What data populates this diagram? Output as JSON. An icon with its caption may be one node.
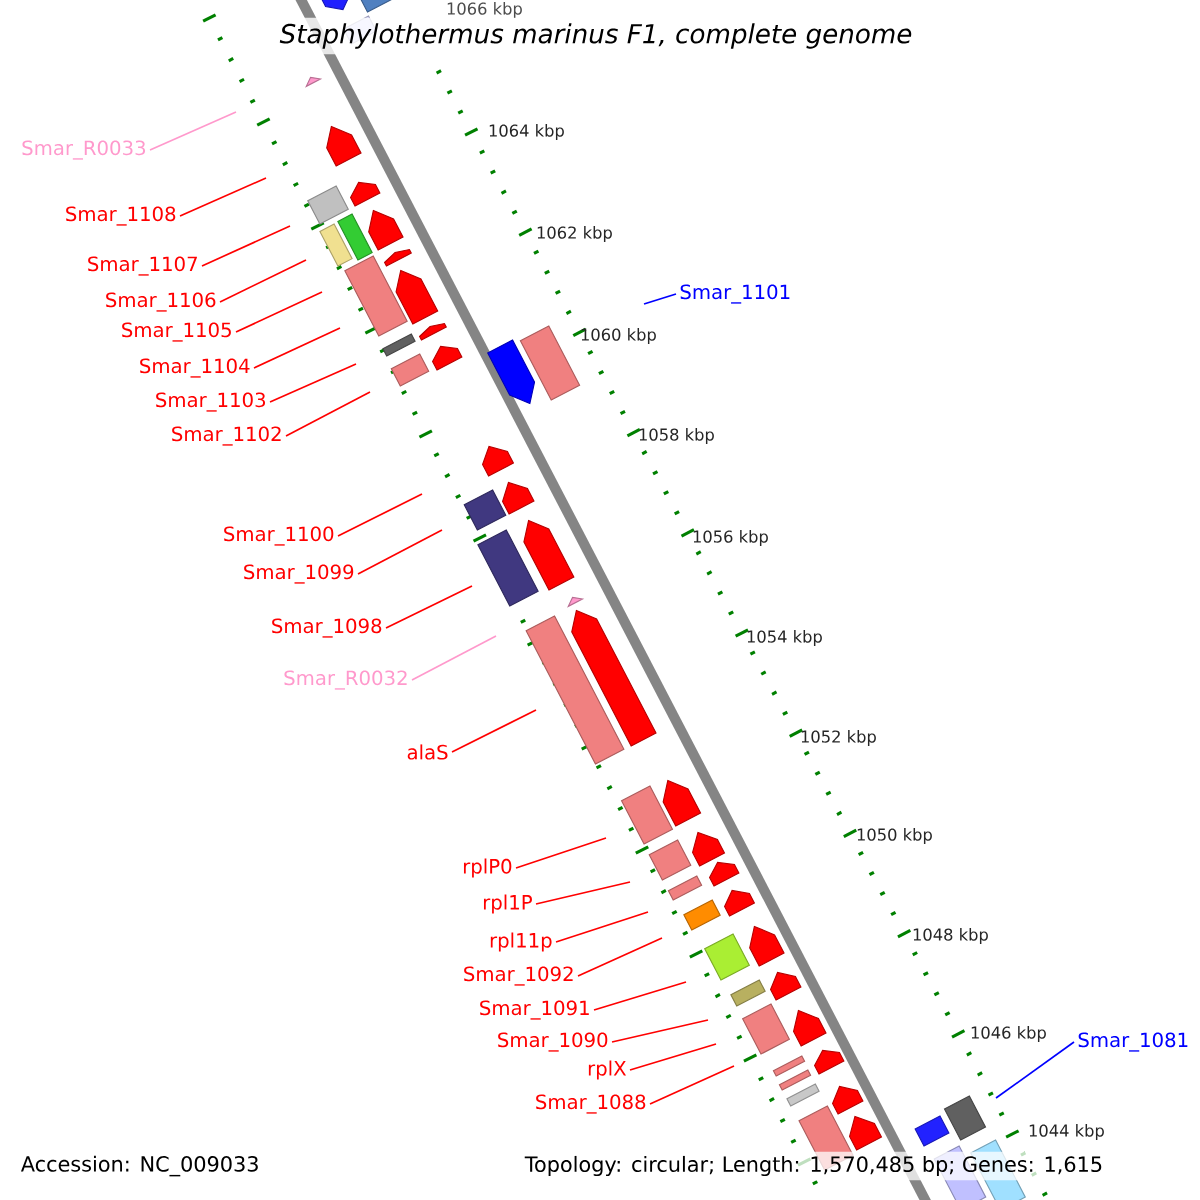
{
  "diagram": {
    "title": "Staphylothermus marinus F1, complete genome",
    "nodes": [
      {
        "text": [
          "Smar_R0033"
        ]
      },
      {
        "text": [
          "Smar_1108"
        ]
      },
      {
        "text": [
          "Smar_1107"
        ]
      },
      {
        "text": [
          "Smar_1106"
        ]
      },
      {
        "text": [
          "Smar_1105"
        ]
      },
      {
        "text": [
          "Smar_1104"
        ]
      },
      {
        "text": [
          "Smar_1103"
        ]
      },
      {
        "text": [
          "Smar_1102"
        ]
      },
      {
        "text": [
          "Smar_1101"
        ]
      },
      {
        "text": [
          "Smar_1100"
        ]
      },
      {
        "text": [
          "Smar_1099"
        ]
      },
      {
        "text": [
          "Smar_1098"
        ]
      },
      {
        "text": [
          "Smar_R0032"
        ]
      },
      {
        "text": [
          "alaS"
        ]
      },
      {
        "text": [
          "rplP0"
        ]
      },
      {
        "text": [
          "rpl1P"
        ]
      },
      {
        "text": [
          "rpl11p"
        ]
      },
      {
        "text": [
          "Smar_1092"
        ]
      },
      {
        "text": [
          "Smar_1091"
        ]
      },
      {
        "text": [
          "Smar_1090"
        ]
      },
      {
        "text": [
          "rplX"
        ]
      },
      {
        "text": [
          "Smar_1088"
        ]
      },
      {
        "text": [
          "Smar_1081"
        ]
      }
    ],
    "edges": [
      {
        "from": 0,
        "to": null,
        "arrow": "none",
        "color": "#ff99cc"
      },
      {
        "from": 1,
        "to": null,
        "arrow": "none"
      },
      {
        "from": 2,
        "to": null,
        "arrow": "none"
      },
      {
        "from": 3,
        "to": null,
        "arrow": "none"
      },
      {
        "from": 4,
        "to": null,
        "arrow": "none"
      },
      {
        "from": 5,
        "to": null,
        "arrow": "none"
      },
      {
        "from": 6,
        "to": null,
        "arrow": "none"
      },
      {
        "from": 7,
        "to": null,
        "arrow": "none"
      },
      {
        "from": 8,
        "to": null,
        "arrow": "none",
        "color": "#0000ff"
      },
      {
        "from": 9,
        "to": null,
        "arrow": "none"
      },
      {
        "from": 10,
        "to": null,
        "arrow": "none"
      },
      {
        "from": 11,
        "to": null,
        "arrow": "none"
      },
      {
        "from": 12,
        "to": null,
        "arrow": "none",
        "color": "#ff99cc"
      },
      {
        "from": 13,
        "to": null,
        "arrow": "none"
      },
      {
        "from": 14,
        "to": null,
        "arrow": "none"
      },
      {
        "from": 15,
        "to": null,
        "arrow": "none"
      },
      {
        "from": 16,
        "to": null,
        "arrow": "none"
      },
      {
        "from": 17,
        "to": null,
        "arrow": "none"
      },
      {
        "from": 18,
        "to": null,
        "arrow": "none"
      },
      {
        "from": 19,
        "to": null,
        "arrow": "none"
      },
      {
        "from": 20,
        "to": null,
        "arrow": "none"
      },
      {
        "from": 21,
        "to": null,
        "arrow": "none"
      },
      {
        "from": 22,
        "to": null,
        "arrow": "none",
        "color": "#0000ff"
      }
    ],
    "labels": [
      "1066 kbp",
      "1064 kbp",
      "1062 kbp",
      "1060 kbp",
      "1058 kbp",
      "1056 kbp",
      "1054 kbp",
      "1052 kbp",
      "1050 kbp",
      "1048 kbp",
      "1046 kbp",
      "1044 kbp",
      "Accession: NC_009033",
      "Topology: circular; Length: 1,570,485 bp; Genes: 1,615"
    ]
  }
}
